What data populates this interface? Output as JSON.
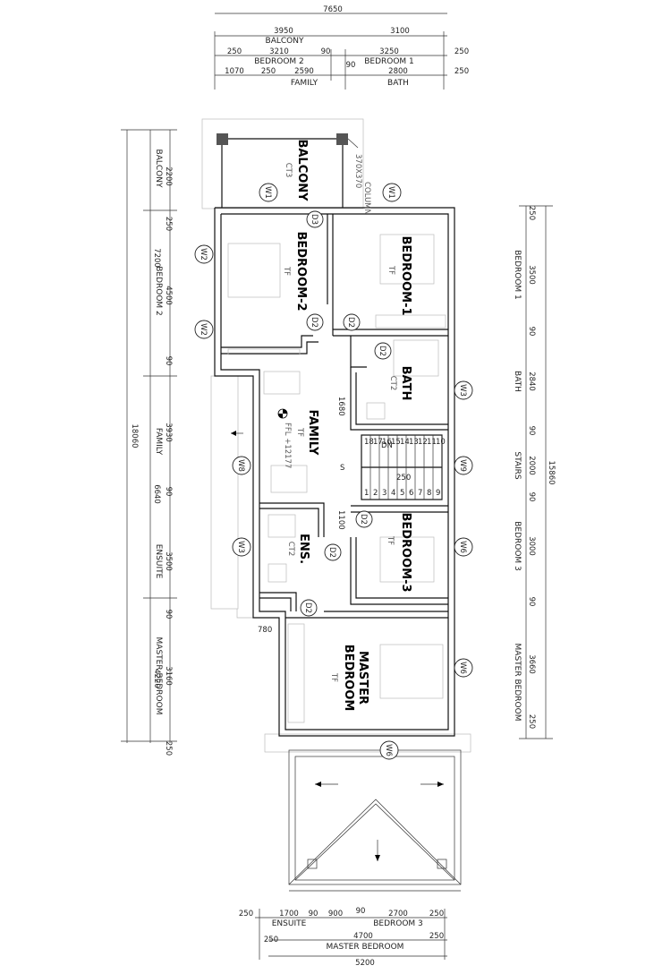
{
  "top_dims": {
    "total": "7650",
    "row1": [
      "3950",
      "3100"
    ],
    "row1_label": "BALCONY",
    "row2": [
      "250",
      "3210",
      "90",
      "3250",
      "250"
    ],
    "row2_labels": [
      "BEDROOM 2",
      "BEDROOM 1"
    ],
    "row3": [
      "1070",
      "250",
      "2590",
      "90",
      "2800",
      "250"
    ],
    "row3_labels": [
      "FAMILY",
      "BATH"
    ]
  },
  "bottom_dims": {
    "row1": [
      "250",
      "1700",
      "90",
      "900",
      "90",
      "2700",
      "250"
    ],
    "row1_labels": [
      "ENSUITE",
      "BEDROOM 3"
    ],
    "row2": [
      "250",
      "4700",
      "250"
    ],
    "row2_label": "MASTER BEDROOM",
    "total": "5200"
  },
  "left_dims": {
    "overall": "18060",
    "groups": [
      "7200",
      "6640",
      "4220"
    ],
    "sub": [
      "2200",
      "250",
      "4500",
      "90",
      "3930",
      "90",
      "3500",
      "90",
      "3160",
      "250"
    ],
    "labels": [
      "BALCONY",
      "BEDROOM 2",
      "FAMILY",
      "ENSUITE",
      "MASTER BEDROOM"
    ]
  },
  "right_dims": {
    "overall": "15860",
    "sub": [
      "250",
      "3500",
      "90",
      "2840",
      "90",
      "2000",
      "90",
      "3000",
      "90",
      "3660",
      "250"
    ],
    "labels": [
      "BEDROOM 1",
      "BATH",
      "STAIRS",
      "BEDROOM 3",
      "MASTER BEDROOM"
    ]
  },
  "rooms": [
    {
      "name": "BALCONY",
      "finish": "CT3"
    },
    {
      "name": "BEDROOM-2",
      "finish": "TF"
    },
    {
      "name": "BEDROOM-1",
      "finish": "TF"
    },
    {
      "name": "BATH",
      "finish": "CT2"
    },
    {
      "name": "FAMILY",
      "finish": "TF"
    },
    {
      "name": "ENS.",
      "finish": "CT2"
    },
    {
      "name": "BEDROOM-3",
      "finish": "TF"
    },
    {
      "name": "MASTER",
      "finish": ""
    },
    {
      "name": "BEDROOM",
      "finish": "TF"
    }
  ],
  "ffl": "FFL +12177",
  "column_note": [
    "COLUMN",
    "370X370"
  ],
  "windows": [
    "W1",
    "W1",
    "W2",
    "W2",
    "W3",
    "W8",
    "W9",
    "W3",
    "W6",
    "W6",
    "W6"
  ],
  "doors": [
    "D3",
    "D2",
    "D2",
    "D2",
    "D2",
    "D2"
  ],
  "notes": {
    "d1680": "1680",
    "d1100": "1100",
    "d780": "780",
    "d250": "250",
    "dn": "DN",
    "s": "S"
  },
  "stairs_numbers": [
    "1",
    "2",
    "3",
    "4",
    "5",
    "6",
    "7",
    "8",
    "9",
    "10",
    "11",
    "12",
    "13",
    "14",
    "15",
    "16",
    "17",
    "18"
  ]
}
